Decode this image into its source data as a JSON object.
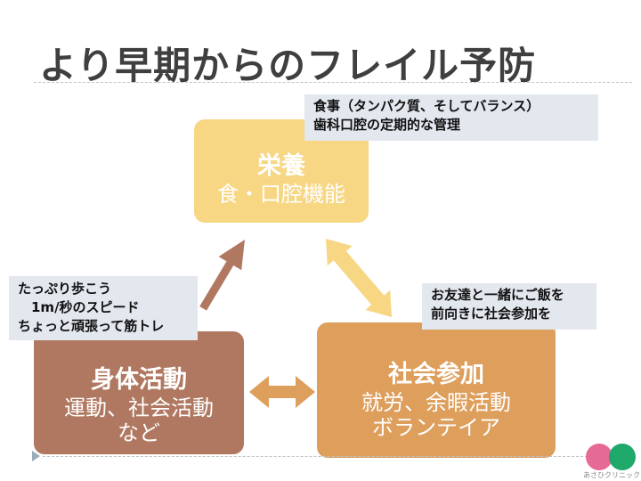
{
  "title": "より早期からのフレイル予防",
  "boxes": {
    "nutrition": {
      "heading": "栄養",
      "subtitle": "食・口腔機能"
    },
    "body_activity": {
      "heading": "身体活動",
      "subtitle": "運動、社会活動\nなど"
    },
    "social": {
      "heading": "社会参加",
      "subtitle": "就労、余暇活動\nボランテイア"
    }
  },
  "notes": {
    "top": "食事（タンパク質、そしてバランス）\n歯科口腔の定期的な管理",
    "left": "たっぷり歩こう\n　1m/秒のスピード\nちょっと頑張って筋トレ",
    "right": "お友達と一緒にご飯を\n前向きに社会参加を"
  },
  "logo": {
    "text": "あさひクリニック"
  },
  "colors": {
    "nutrition": "#f7d684",
    "body_activity": "#b07860",
    "social": "#de9e5c",
    "note_bg": "#e3e7ee"
  }
}
